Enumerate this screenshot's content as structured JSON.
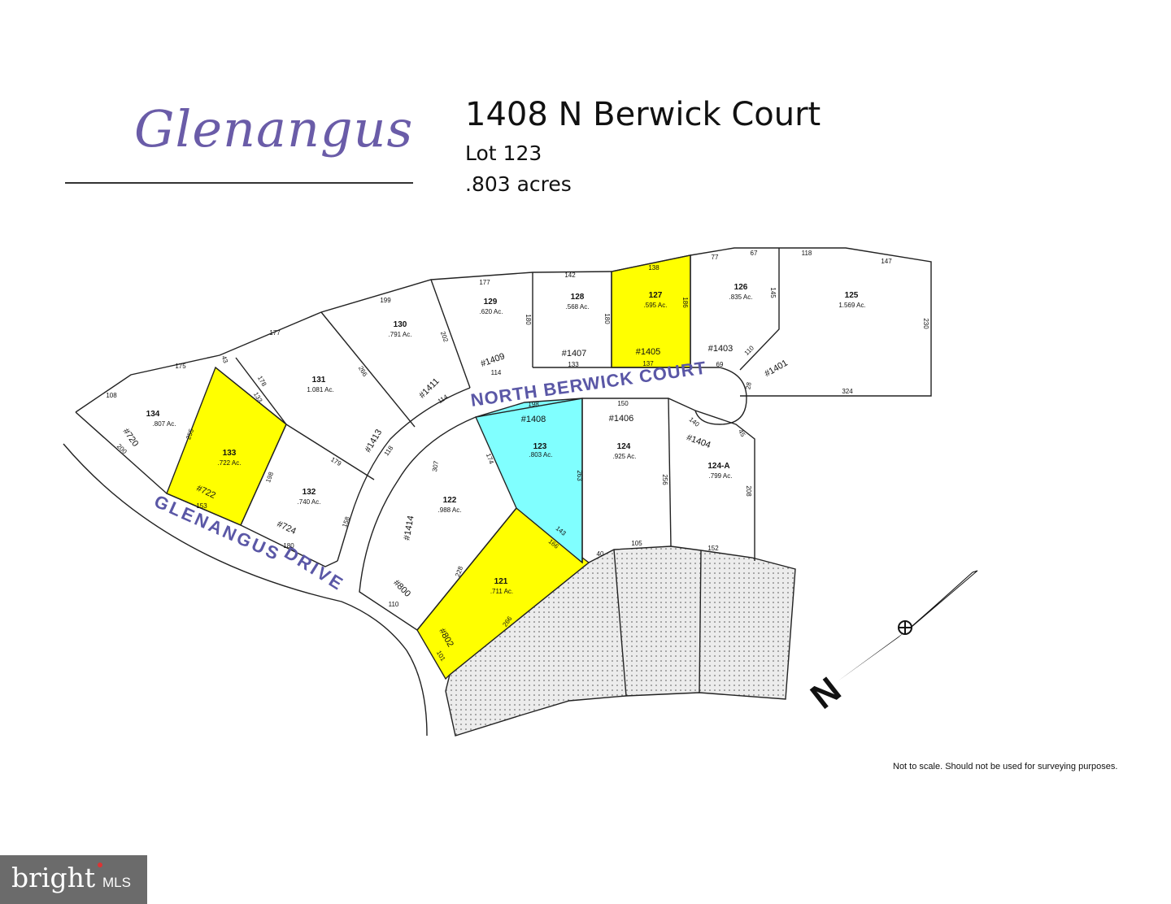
{
  "header": {
    "logo_text": "Glenangus",
    "title": "1408 N Berwick Court",
    "lot": "Lot 123",
    "acres": ".803 acres"
  },
  "map": {
    "streets": {
      "court": "NORTH BERWICK COURT",
      "drive_word1": "GLENANGUS",
      "drive_word2": "DRIVE"
    },
    "colors": {
      "highlight": "#ffff00",
      "subject": "#80ffff",
      "stipple": "#e6e6e6",
      "street_text": "#5a57a6"
    },
    "lots": [
      {
        "id": "l134",
        "num": "134",
        "acres": ".807 Ac."
      },
      {
        "id": "l133",
        "num": "133",
        "acres": ".722 Ac."
      },
      {
        "id": "l132",
        "num": "132",
        "acres": ".740 Ac."
      },
      {
        "id": "l131",
        "num": "131",
        "acres": "1.081 Ac."
      },
      {
        "id": "l130",
        "num": "130",
        "acres": ".791 Ac."
      },
      {
        "id": "l129",
        "num": "129",
        "acres": ".620 Ac."
      },
      {
        "id": "l128",
        "num": "128",
        "acres": ".568 Ac."
      },
      {
        "id": "l127",
        "num": "127",
        "acres": ".595 Ac."
      },
      {
        "id": "l126",
        "num": "126",
        "acres": ".835 Ac."
      },
      {
        "id": "l125",
        "num": "125",
        "acres": "1.569 Ac."
      },
      {
        "id": "l123",
        "num": "123",
        "acres": ".803 Ac."
      },
      {
        "id": "l124",
        "num": "124",
        "acres": ".925 Ac."
      },
      {
        "id": "l124a",
        "num": "124-A",
        "acres": ".799 Ac."
      },
      {
        "id": "l122",
        "num": "122",
        "acres": ".988 Ac."
      },
      {
        "id": "l121",
        "num": "121",
        "acres": ".711 Ac."
      }
    ],
    "addresses": [
      "#720",
      "#722",
      "#724",
      "#1413",
      "#1411",
      "#1409",
      "#1407",
      "#1405",
      "#1403",
      "#1401",
      "#1408",
      "#1406",
      "#1404",
      "#1414",
      "#800",
      "#802"
    ],
    "dims": [
      "108",
      "175",
      "43",
      "200",
      "255",
      "177",
      "178",
      "133",
      "153",
      "198",
      "179",
      "180",
      "158",
      "199",
      "266",
      "118",
      "177",
      "202",
      "114",
      "142",
      "180",
      "133",
      "114",
      "138",
      "180",
      "137",
      "186",
      "77",
      "67",
      "145",
      "69",
      "110",
      "118",
      "147",
      "230",
      "28",
      "324",
      "198",
      "174",
      "307",
      "263",
      "143",
      "166",
      "150",
      "256",
      "140",
      "45",
      "208",
      "105",
      "40",
      "152",
      "228",
      "266",
      "110",
      "101"
    ]
  },
  "compass": {
    "letter": "N"
  },
  "disclaimer": "Not to scale. Should not be used for surveying purposes.",
  "badge": {
    "brand": "bright",
    "suffix": "MLS"
  }
}
